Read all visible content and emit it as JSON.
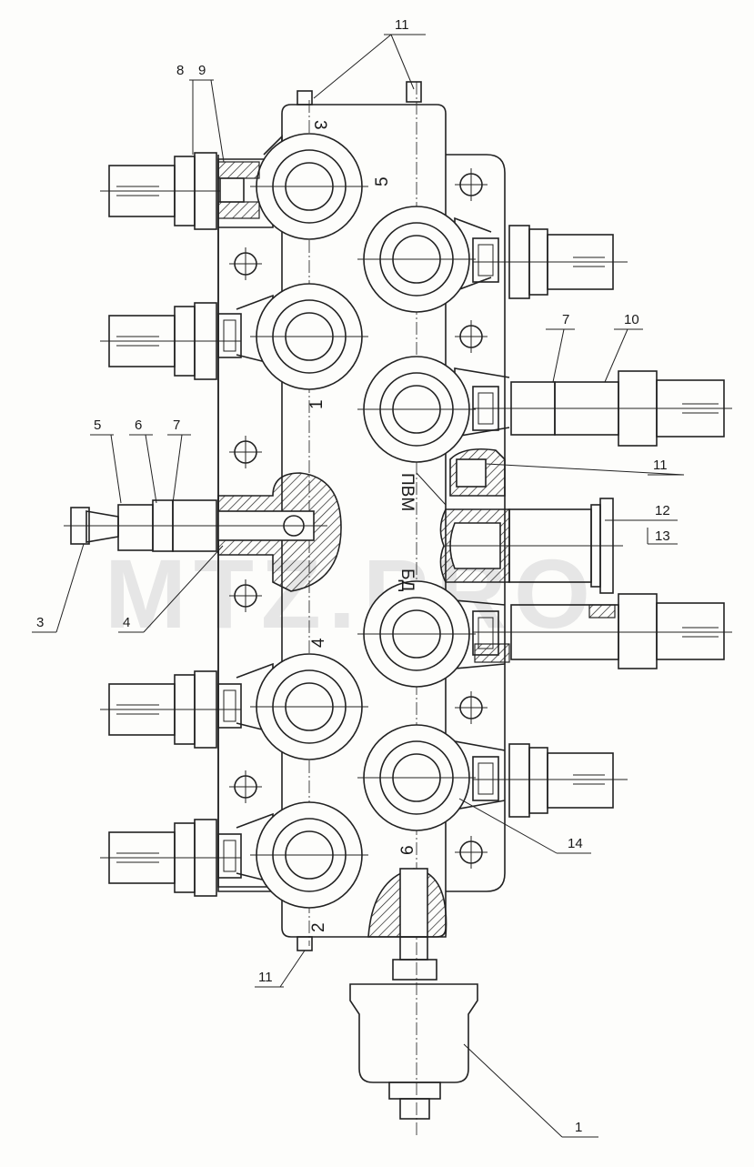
{
  "watermark": "MTZ.PRO",
  "body_labels": {
    "pvm": "ПВМ",
    "bd": "БД"
  },
  "valve_numbers": [
    "3",
    "5",
    "1",
    "4",
    "6",
    "2"
  ],
  "callouts": [
    "11",
    "8",
    "9",
    "7",
    "10",
    "5",
    "6",
    "7",
    "11",
    "3",
    "4",
    "12",
    "13",
    "14",
    "11",
    "1"
  ],
  "colors": {
    "line": "#222222",
    "paper": "#fdfdfb",
    "watermark": "#e6e6e6"
  }
}
